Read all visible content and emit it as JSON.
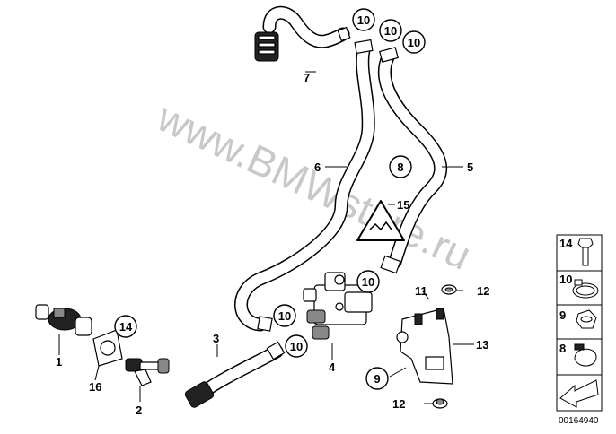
{
  "watermark": "www.BMWstore.ru",
  "document_id": "00164940",
  "parts": {
    "p1": "1",
    "p2": "2",
    "p3": "3",
    "p4": "4",
    "p5": "5",
    "p6": "6",
    "p7": "7",
    "p8": "8",
    "p9": "9",
    "p10": "10",
    "p11": "11",
    "p12": "12",
    "p13": "13",
    "p14": "14",
    "p15": "15",
    "p16": "16"
  },
  "legend": [
    {
      "number": "14",
      "icon": "bolt-icon"
    },
    {
      "number": "10",
      "icon": "hose-clamp-icon"
    },
    {
      "number": "9",
      "icon": "hex-nut-icon"
    },
    {
      "number": "8",
      "icon": "spring-clip-icon"
    },
    {
      "number": "",
      "icon": "arrow-icon"
    }
  ]
}
